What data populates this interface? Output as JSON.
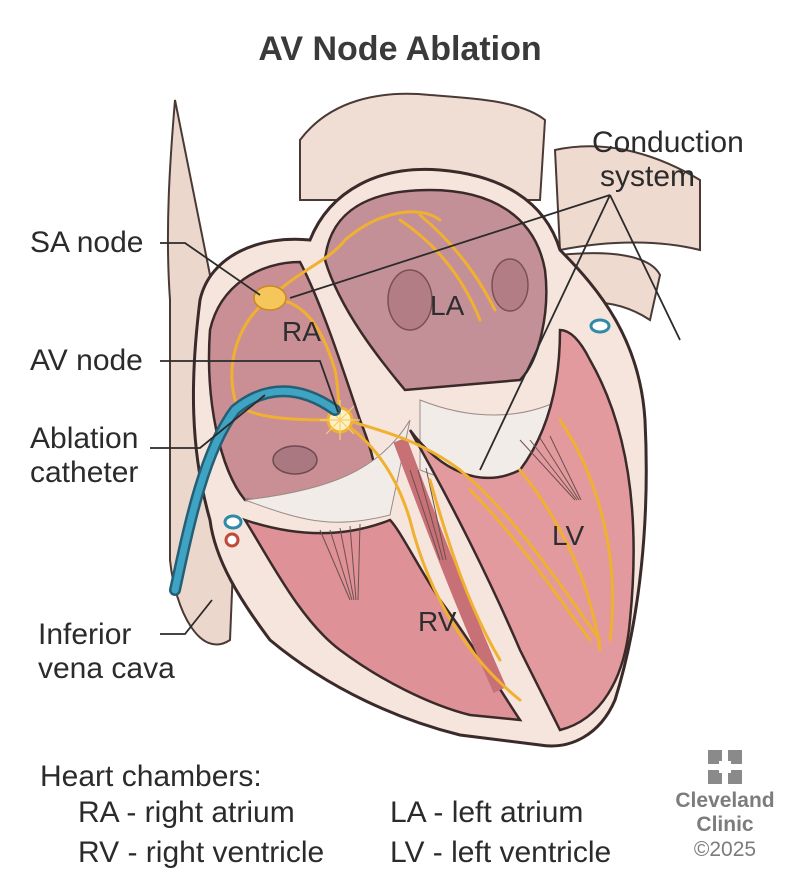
{
  "title": "AV Node Ablation",
  "labels": {
    "conduction_system": [
      "Conduction",
      "system"
    ],
    "sa_node": "SA node",
    "av_node": "AV node",
    "ablation_catheter": [
      "Ablation",
      "catheter"
    ],
    "inferior_vena_cava": [
      "Inferior",
      "vena cava"
    ]
  },
  "chambers": {
    "ra": "RA",
    "la": "LA",
    "rv": "RV",
    "lv": "LV"
  },
  "legend": {
    "heading": "Heart chambers:",
    "items": [
      "RA - right atrium",
      "LA - left atrium",
      "RV - right ventricle",
      "LV - left ventricle"
    ]
  },
  "logo": {
    "name_line1": "Cleveland",
    "name_line2": "Clinic",
    "copyright": "©2025"
  },
  "colors": {
    "myocardium": "#d98a8e",
    "chamber_interior": "#c98f95",
    "vessel": "#efd9cf",
    "conduction": "#f0b030",
    "catheter": "#2f8aa8",
    "outline": "#3b2a2a"
  }
}
